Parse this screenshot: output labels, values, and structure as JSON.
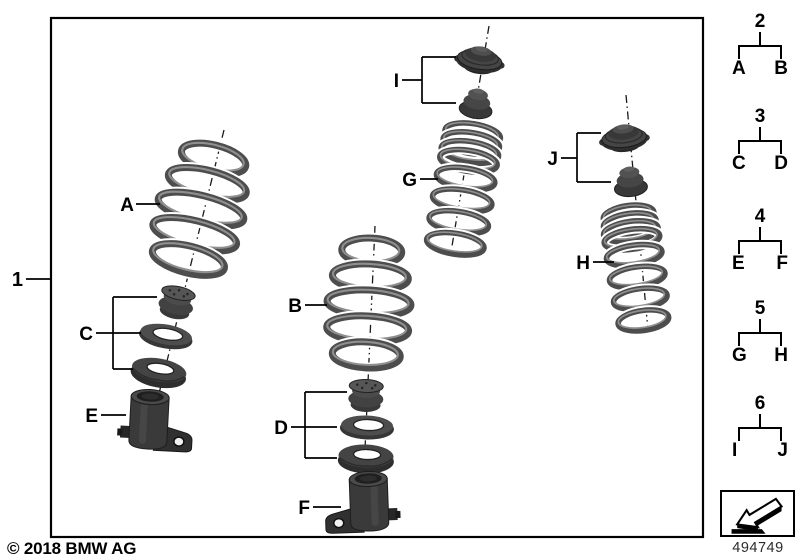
{
  "main_view": {
    "view_number": "1",
    "callouts": {
      "a": "A",
      "b": "B",
      "c": "C",
      "d": "D",
      "e": "E",
      "f": "F",
      "g": "G",
      "h": "H",
      "i": "I",
      "j": "J"
    }
  },
  "legend": {
    "groups": [
      {
        "number": "2",
        "left": "A",
        "right": "B"
      },
      {
        "number": "3",
        "left": "C",
        "right": "D"
      },
      {
        "number": "4",
        "left": "E",
        "right": "F"
      },
      {
        "number": "5",
        "left": "G",
        "right": "H"
      },
      {
        "number": "6",
        "left": "I",
        "right": "J"
      }
    ]
  },
  "footer": {
    "copyright": "© 2018 BMW AG",
    "drawing_number": "494749"
  },
  "icons": {
    "direction_arrow": "3d-arrow-down-left"
  },
  "colors": {
    "background": "#ffffff",
    "outline": "#000000",
    "spring_gray": "#4d4d4d",
    "part_dark": "#2f2f2f",
    "part_mid": "#4a4a4a"
  }
}
